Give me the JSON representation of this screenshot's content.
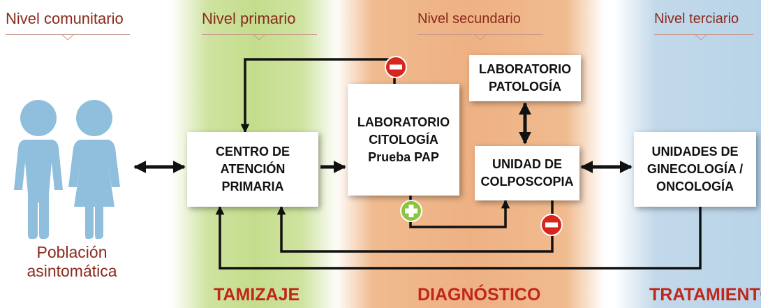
{
  "levels": {
    "community": "Nivel comunitario",
    "primary": "Nivel primario",
    "secondary": "Nivel secundario",
    "tertiary": "Nivel terciario"
  },
  "population": {
    "line1": "Población",
    "line2": "asintomática"
  },
  "boxes": {
    "primary_care": [
      "CENTRO DE",
      "ATENCIÓN",
      "PRIMARIA"
    ],
    "cytology_lab": [
      "LABORATORIO",
      "CITOLOGÍA",
      "Prueba PAP"
    ],
    "pathology_lab": [
      "LABORATORIO",
      "PATOLOGÍA"
    ],
    "colposcopy": [
      "UNIDAD DE",
      "COLPOSCOPIA"
    ],
    "oncology": [
      "UNIDADES DE",
      "GINECOLOGÍA /",
      "ONCOLOGÍA"
    ]
  },
  "stages": {
    "screening": "TAMIZAJE",
    "diagnosis": "DIAGNÓSTICO",
    "treatment": "TRATAMIENTO"
  },
  "colors": {
    "title": "#8a2a1c",
    "stage": "#c0271b",
    "person": "#8fbfdc",
    "negative": "#d7261e",
    "positive": "#8cc43f"
  },
  "result_markers": {
    "negative": "−",
    "positive": "+"
  }
}
